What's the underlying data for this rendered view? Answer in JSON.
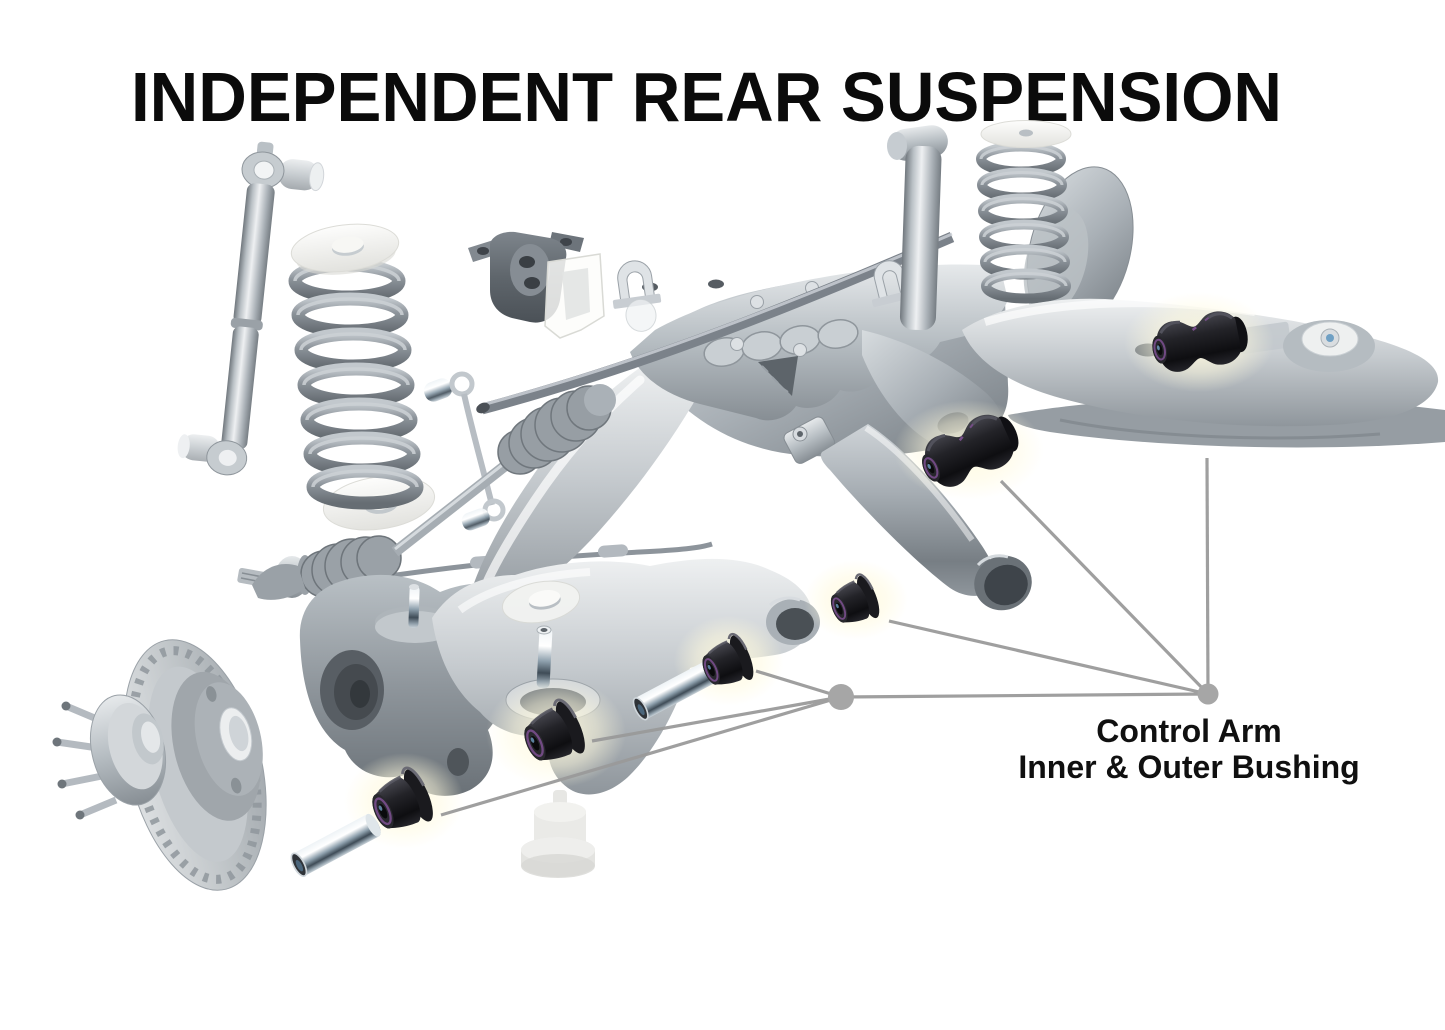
{
  "title": "INDEPENDENT REAR SUSPENSION",
  "annotation": {
    "line1": "Control Arm",
    "line2": "Inner & Outer Bushing"
  },
  "colors": {
    "background": "#ffffff",
    "title_text": "#0b0b0b",
    "annotation_text": "#101010",
    "leader_line": "#9a9a9a",
    "leader_dot": "#a6a6a6",
    "metal_light": "#e6e9eb",
    "metal_mid": "#aab2b8",
    "metal_dark": "#6b7278",
    "bushing_black": "#141417",
    "bushing_glint_purple": "#8a55a0",
    "chrome_highlight": "#ffffff",
    "isolator_white": "#f4f4f1"
  }
}
